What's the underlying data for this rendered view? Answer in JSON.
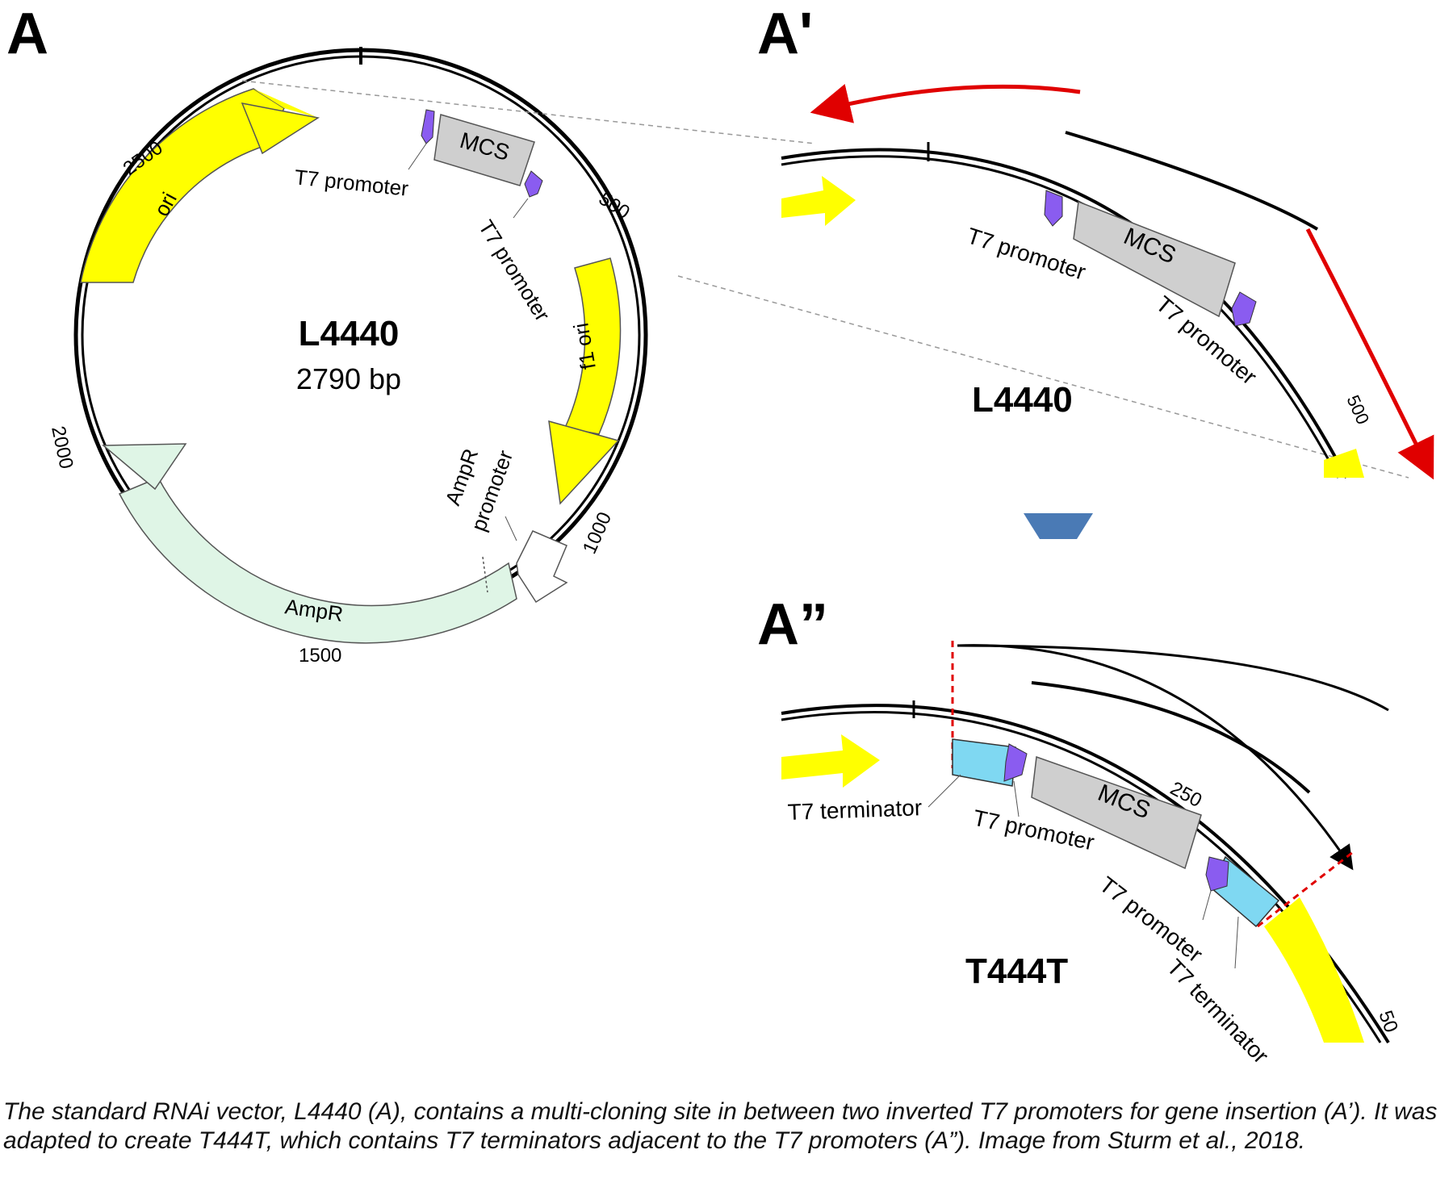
{
  "panels": {
    "a": {
      "letter": "A",
      "plasmid_name": "L4440",
      "plasmid_size": "2790 bp",
      "ticks": [
        "500",
        "1000",
        "1500",
        "2000",
        "2500"
      ],
      "features": {
        "ori": "ori",
        "f1_ori": "f1 ori",
        "ampr": "AmpR",
        "ampr_promoter_1": "AmpR",
        "ampr_promoter_2": "promoter",
        "mcs": "MCS",
        "t7_promoter_left": "T7 promoter",
        "t7_promoter_right": "T7 promoter"
      }
    },
    "a_prime": {
      "letter": "A'",
      "name": "L4440",
      "mcs": "MCS",
      "t7_promoter_left": "T7 promoter",
      "t7_promoter_right": "T7 promoter",
      "tick": "500"
    },
    "a_double_prime": {
      "letter": "A”",
      "name": "T444T",
      "mcs": "MCS",
      "t7_terminator_left": "T7 terminator",
      "t7_promoter_left": "T7 promoter",
      "t7_promoter_right": "T7 promoter",
      "t7_terminator_right": "T7 terminator",
      "tick_250": "250",
      "tick_500": "50"
    }
  },
  "colors": {
    "yellow": "#ffff00",
    "ampr_green": "#dff5e6",
    "mcs_gray": "#cfcfcf",
    "promoter_purple": "#8a5cf0",
    "terminator_cyan": "#7fd8f2",
    "red_arrow": "#e00000",
    "blue_arrow": "#4a7ab5"
  },
  "caption": "The standard RNAi vector, L4440 (A), contains a multi-cloning site in between two inverted T7 promoters for gene insertion (A’). It was adapted to create T444T, which contains T7 terminators adjacent to the T7 promoters (A”). Image from Sturm et al., 2018."
}
